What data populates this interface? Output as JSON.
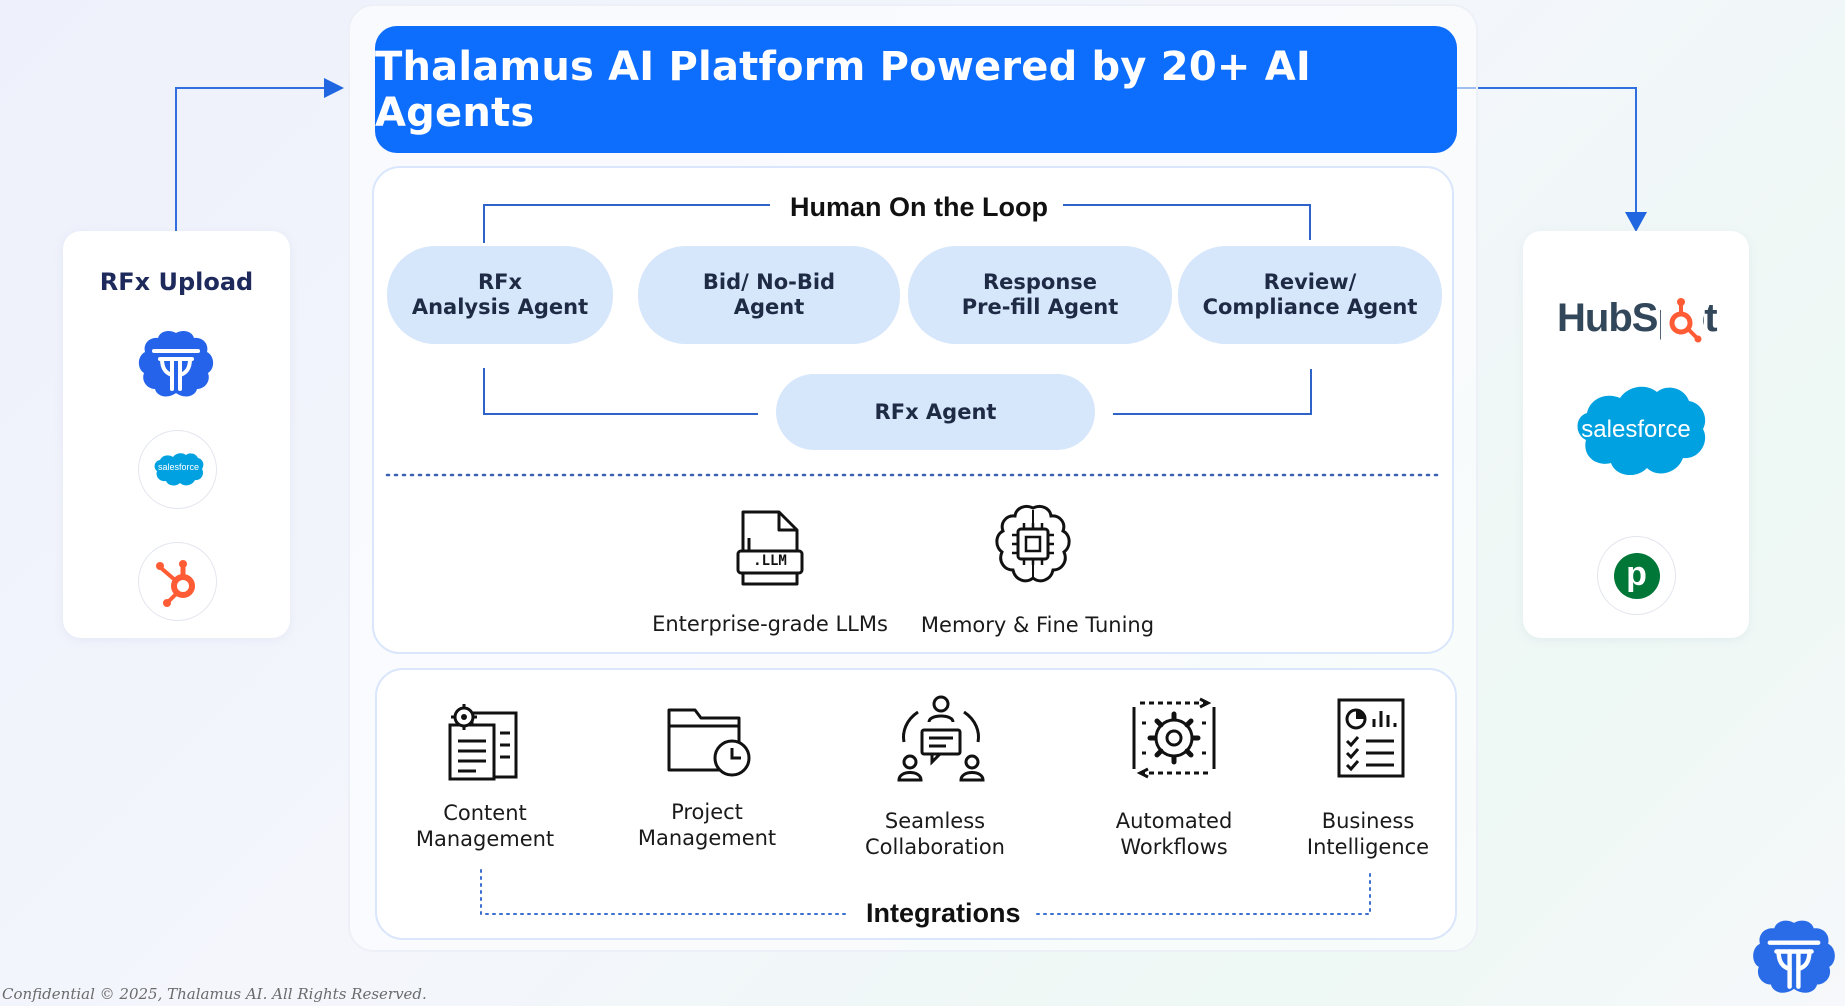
{
  "banner": {
    "title": "Thalamus AI Platform Powered by 20+ AI Agents"
  },
  "left_card": {
    "title": "RFx Upload",
    "sources": [
      {
        "icon": "thalamus-brain-icon"
      },
      {
        "icon": "salesforce-icon",
        "label": "salesforce"
      },
      {
        "icon": "hubspot-icon"
      }
    ]
  },
  "right_card": {
    "destinations": [
      {
        "icon": "hubspot-logo",
        "label": "HubSpot"
      },
      {
        "icon": "salesforce-logo",
        "label": "salesforce"
      },
      {
        "icon": "pipedrive-icon",
        "label": "p"
      }
    ]
  },
  "human_loop": {
    "title": "Human On the Loop",
    "agents": [
      "RFx\nAnalysis Agent",
      "Bid/ No-Bid\nAgent",
      "Response\nPre-fill Agent",
      "Review/\nCompliance Agent"
    ],
    "core_agent": "RFx Agent"
  },
  "foundation": [
    {
      "icon": "llm-file-icon",
      "badge": ".LLM",
      "label": "Enterprise-grade LLMs"
    },
    {
      "icon": "brain-chip-icon",
      "label": "Memory & Fine Tuning"
    }
  ],
  "capabilities": [
    {
      "icon": "content-management-icon",
      "label": "Content\nManagement"
    },
    {
      "icon": "project-management-icon",
      "label": "Project\nManagement"
    },
    {
      "icon": "collaboration-icon",
      "label": "Seamless\nCollaboration"
    },
    {
      "icon": "workflow-gear-icon",
      "label": "Automated\nWorkflows"
    },
    {
      "icon": "business-intelligence-icon",
      "label": "Business\nIntelligence"
    }
  ],
  "integrations": {
    "title": "Integrations"
  },
  "footer": {
    "text": "Confidential © 2025, Thalamus AI. All Rights Reserved."
  },
  "colors": {
    "primary_blue": "#0d6efd",
    "pill_blue": "#d6e6fb",
    "hubspot_orange": "#ff5c35",
    "salesforce_blue": "#00a1e0",
    "pipedrive_green": "#017737"
  }
}
